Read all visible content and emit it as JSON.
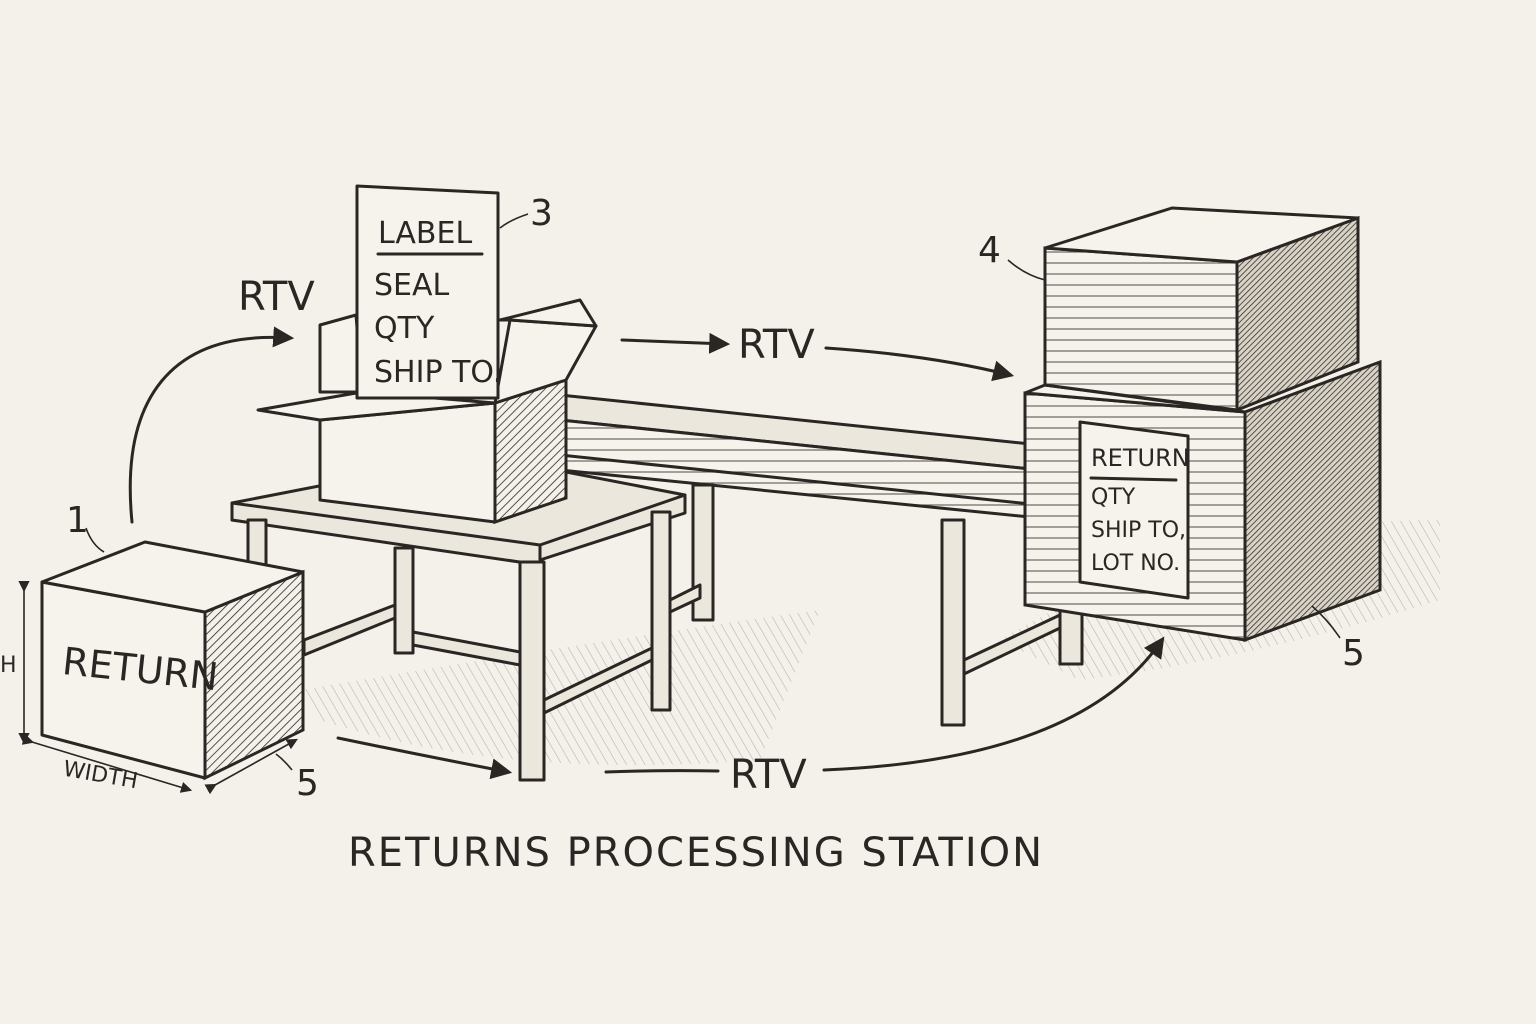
{
  "diagram": {
    "title": "RETURNS PROCESSING STATION",
    "callouts": [
      "1",
      "3",
      "4",
      "5",
      "5"
    ],
    "flow_labels": [
      "RTV",
      "RTV",
      "RTV"
    ],
    "return_box": {
      "label": "RETURN",
      "dim_height": "H",
      "dim_width": "WIDTH"
    },
    "packing_label": {
      "lines": [
        "LABEL",
        "SEAL",
        "QTY",
        "SHIP TO."
      ]
    },
    "outbound_sign": {
      "lines": [
        "RETURN",
        "QTY",
        "SHIP TO,",
        "LOT NO."
      ]
    }
  }
}
